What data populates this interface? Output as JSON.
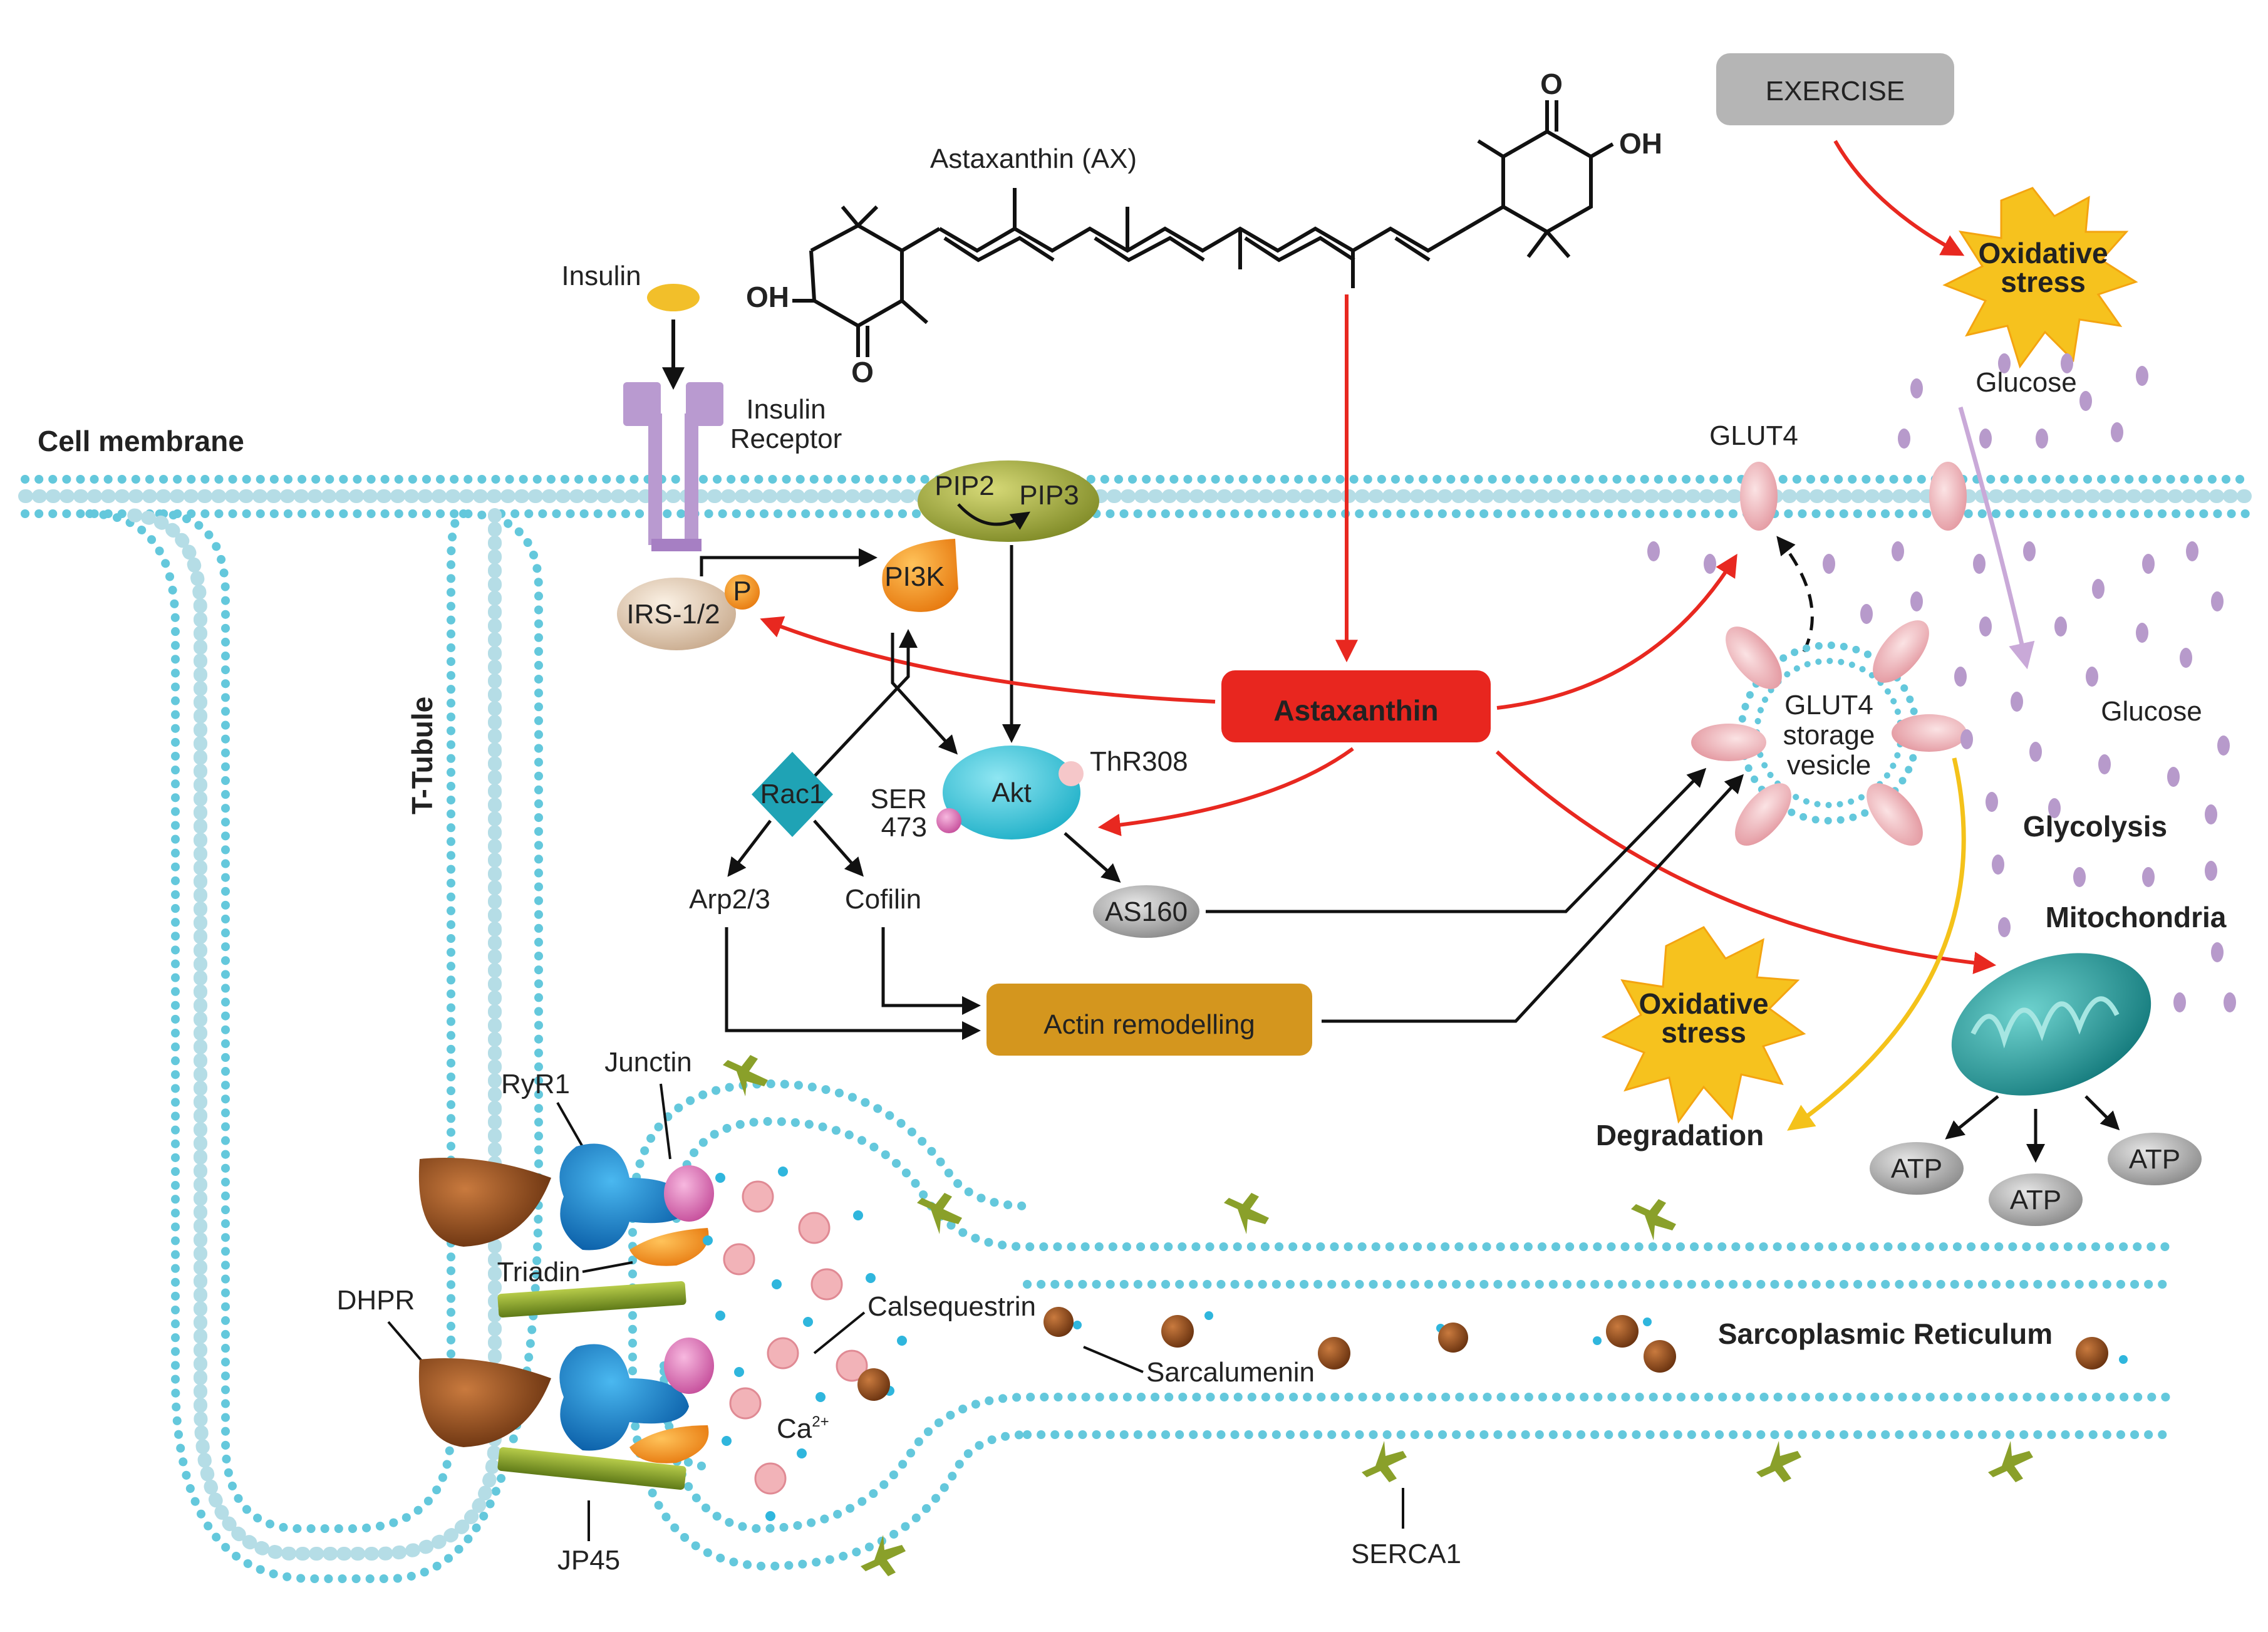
{
  "title": "Astaxanthin (AX)",
  "labels": {
    "exercise": "EXERCISE",
    "oxidative_stress_top": "Oxidative stress",
    "oxidative_stress_mid": "Oxidative stress",
    "glucose_top": "Glucose",
    "glucose_right": "Glucose",
    "glut4": "GLUT4",
    "glut4_vesicle_l1": "GLUT4",
    "glut4_vesicle_l2": "storage",
    "glut4_vesicle_l3": "vesicle",
    "glycolysis": "Glycolysis",
    "mitochondria": "Mitochondria",
    "degradation": "Degradation",
    "atp_1": "ATP",
    "atp_2": "ATP",
    "atp_3": "ATP",
    "insulin": "Insulin",
    "insulin_receptor_l1": "Insulin",
    "insulin_receptor_l2": "Receptor",
    "cell_membrane": "Cell membrane",
    "t_tubule": "T-Tubule",
    "pip2": "PIP2",
    "pip3": "PIP3",
    "pi3k": "PI3K",
    "irs": "IRS-1/2",
    "p": "P",
    "astaxanthin": "Astaxanthin",
    "thr308": "ThR308",
    "ser473_l1": "SER",
    "ser473_l2": "473",
    "akt": "Akt",
    "rac1": "Rac1",
    "arp": "Arp2/3",
    "cofilin": "Cofilin",
    "as160": "AS160",
    "actin": "Actin remodelling",
    "ryr1": "RyR1",
    "junctin": "Junctin",
    "triadin": "Triadin",
    "dhpr": "DHPR",
    "calsequestrin": "Calsequestrin",
    "sarcalumenin": "Sarcalumenin",
    "ca": "Ca",
    "ca_sup": "2+",
    "sr": "Sarcoplasmic Reticulum",
    "jp45": "JP45",
    "serca1": "SERCA1",
    "oh_left": "OH",
    "oh_right": "OH",
    "o_left": "O",
    "o_right": "O"
  },
  "colors": {
    "membrane_head": "#64c8dc",
    "astaxanthin_box": "#e8261f",
    "actin_box": "#d4961e",
    "akt": "#3cc0d6",
    "rac1": "#1fa3b5",
    "pi3k": "#f0901c",
    "pip": "#9aa23a",
    "glut": "#e6a0a8",
    "mitochondria": "#1b8a8a",
    "arrow_red": "#e82820",
    "arrow_yellow": "#f4c21a",
    "glucose_dot": "#b79acb"
  }
}
